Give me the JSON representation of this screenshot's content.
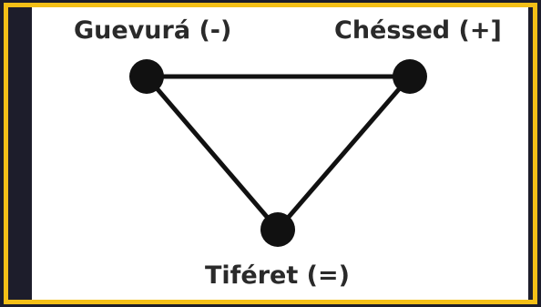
{
  "diagram": {
    "nodes": [
      {
        "id": "guevura",
        "label": "Guevurá (-)"
      },
      {
        "id": "chessed",
        "label": "Chéssed (+]"
      },
      {
        "id": "tiferet",
        "label": "Tiféret (=)"
      }
    ],
    "edges": [
      {
        "from": "guevura",
        "to": "chessed"
      },
      {
        "from": "guevura",
        "to": "tiferet"
      },
      {
        "from": "chessed",
        "to": "tiferet"
      }
    ],
    "colors": {
      "frame": "#f4bf17",
      "background": "#1d1d2b",
      "panel": "#ffffff",
      "node": "#111111",
      "edge": "#111111",
      "text": "#2a2a2a"
    }
  }
}
